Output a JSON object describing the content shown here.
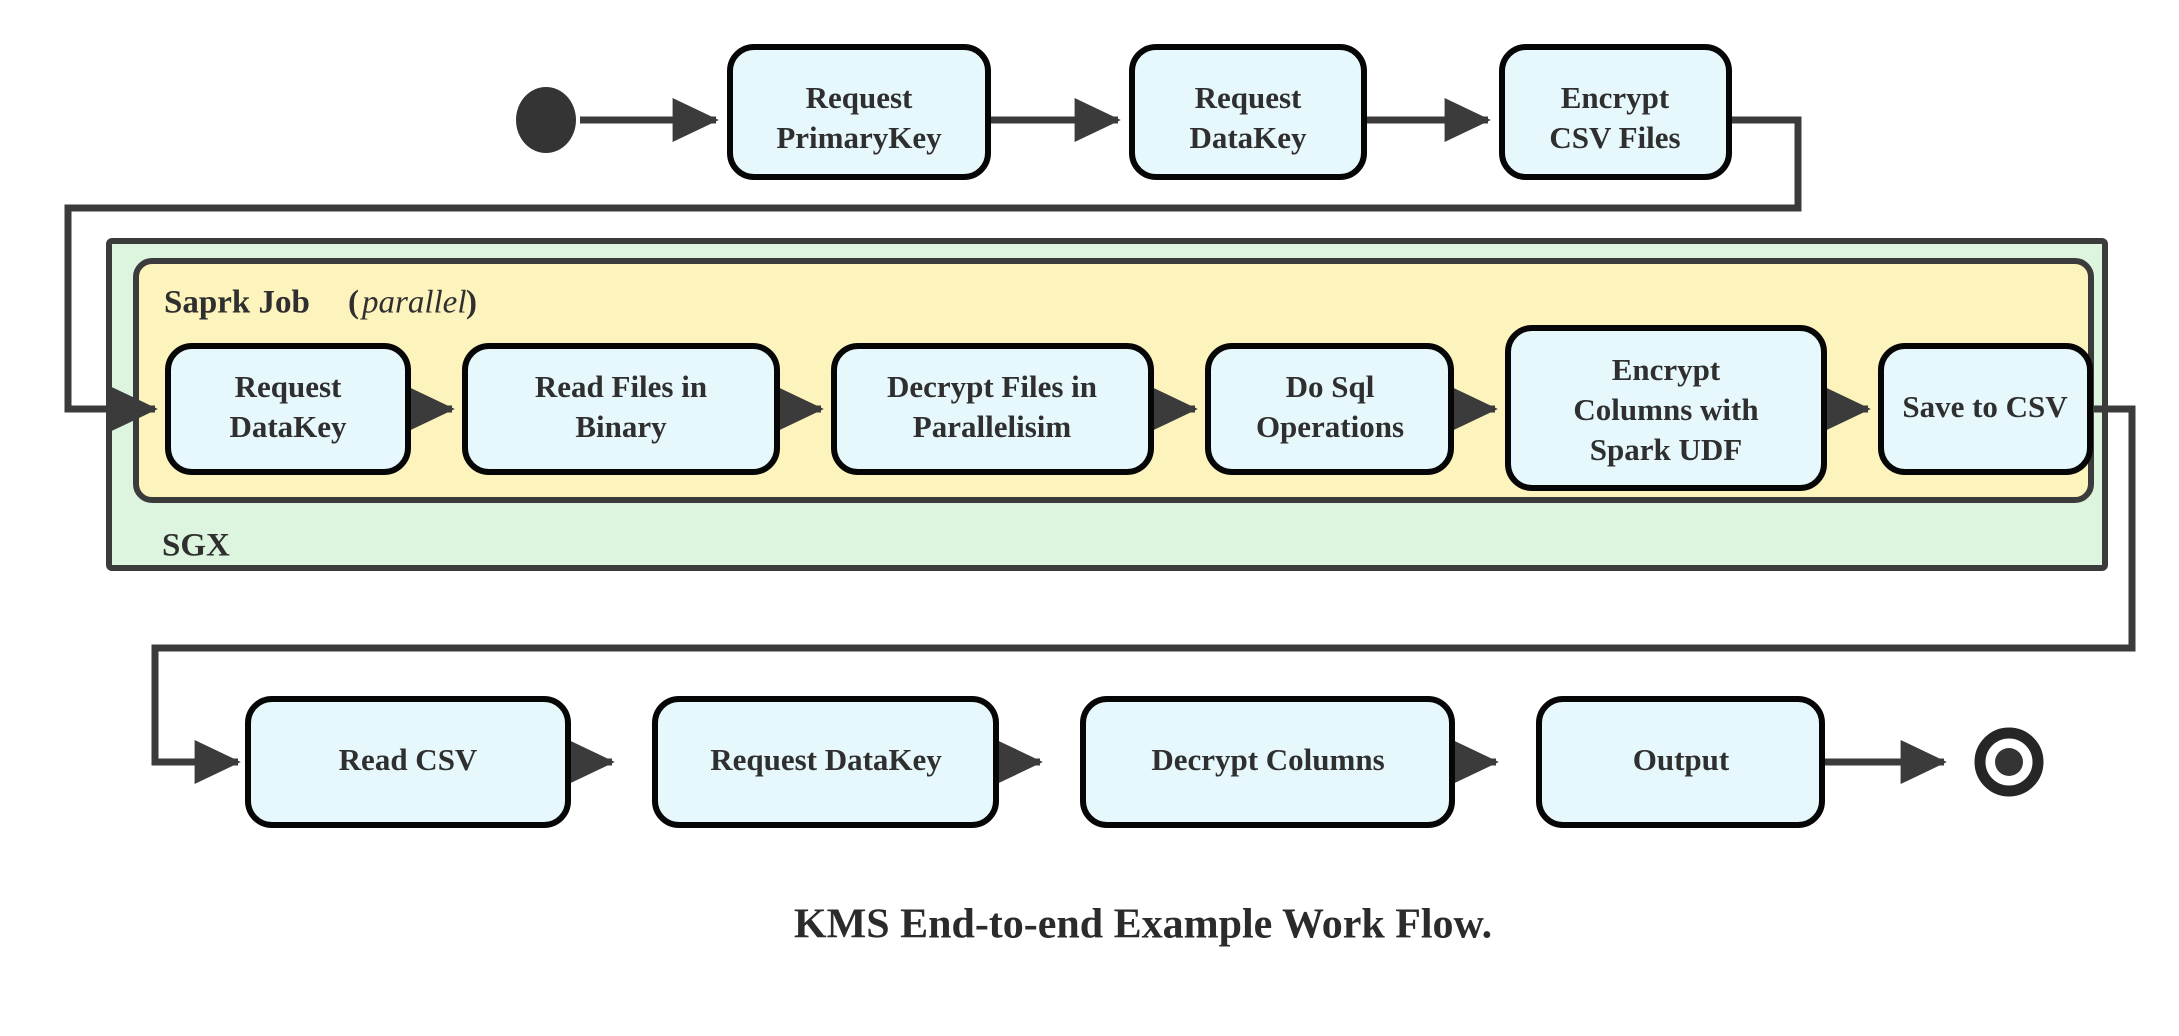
{
  "diagram": {
    "title": "KMS End-to-end Example Work Flow.",
    "colors": {
      "node_fill": "#e6f8fc",
      "node_stroke": "#060606",
      "sgx_fill": "#ddf5de",
      "spark_fill": "#fdf3bd",
      "container_stroke": "#3b3b3b",
      "edge_stroke": "#3b3b3b",
      "text": "#2f2f2f",
      "background": "#ffffff"
    },
    "markers": {
      "start": "start-node-filled-circle",
      "end": "end-node-ring-circle"
    },
    "containers": [
      {
        "id": "sgx",
        "label": "SGX",
        "label_position": "bottom-left",
        "fill": "#ddf5de"
      },
      {
        "id": "spark-job",
        "label": "Saprk Job",
        "label_suffix_open": "(",
        "label_italic": "parallel",
        "label_suffix_close": ")",
        "label_position": "top-left",
        "fill": "#fdf3bd"
      }
    ],
    "rows": {
      "top": {
        "name": "preparation-row",
        "nodes": [
          {
            "id": "request-primarykey",
            "lines": [
              "Request",
              "PrimaryKey"
            ]
          },
          {
            "id": "request-datakey-top",
            "lines": [
              "Request",
              "DataKey"
            ]
          },
          {
            "id": "encrypt-csv-files",
            "lines": [
              "Encrypt",
              "CSV Files"
            ]
          }
        ]
      },
      "middle": {
        "name": "spark-job-row",
        "nodes": [
          {
            "id": "request-datakey-spark",
            "lines": [
              "Request",
              "DataKey"
            ]
          },
          {
            "id": "read-files-in-binary",
            "lines": [
              "Read Files in",
              "Binary"
            ]
          },
          {
            "id": "decrypt-files-in-parallelisim",
            "lines": [
              "Decrypt Files in",
              "Parallelisim"
            ]
          },
          {
            "id": "do-sql-operations",
            "lines": [
              "Do Sql",
              "Operations"
            ]
          },
          {
            "id": "encrypt-columns-spark-udf",
            "lines": [
              "Encrypt",
              "Columns with",
              "Spark UDF"
            ]
          },
          {
            "id": "save-to-csv",
            "lines": [
              "Save to CSV"
            ]
          }
        ]
      },
      "bottom": {
        "name": "consumption-row",
        "nodes": [
          {
            "id": "read-csv",
            "lines": [
              "Read CSV"
            ]
          },
          {
            "id": "request-datakey-bottom",
            "lines": [
              "Request DataKey"
            ]
          },
          {
            "id": "decrypt-columns",
            "lines": [
              "Decrypt Columns"
            ]
          },
          {
            "id": "output",
            "lines": [
              "Output"
            ]
          }
        ]
      }
    },
    "flow_sequence": [
      "start",
      "Request PrimaryKey",
      "Request DataKey",
      "Encrypt CSV Files",
      "Request DataKey",
      "Read Files in Binary",
      "Decrypt Files in Parallelisim",
      "Do Sql Operations",
      "Encrypt Columns with Spark UDF",
      "Save to CSV",
      "Read CSV",
      "Request DataKey",
      "Decrypt Columns",
      "Output",
      "end"
    ]
  }
}
